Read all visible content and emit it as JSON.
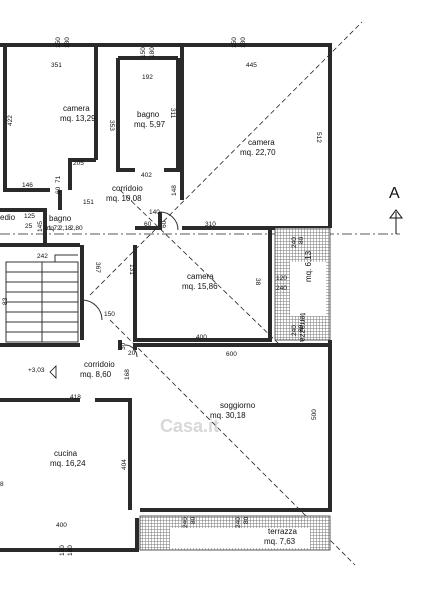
{
  "section_marker": "A",
  "rooms": {
    "camera_1": {
      "name": "camera",
      "area": "mq. 13,29"
    },
    "bagno_1": {
      "name": "bagno",
      "area": "mq. 5,97"
    },
    "camera_2": {
      "name": "camera",
      "area": "mq. 22,70"
    },
    "corridoio_1": {
      "name": "corridoio",
      "area": "mq. 10,08"
    },
    "bagno_2": {
      "name": "bagno",
      "area": "mq."
    },
    "ripostiglio": {
      "name": "edio"
    },
    "camera_3": {
      "name": "camera",
      "area": "mq. 15,86"
    },
    "terrazza_1": {
      "name": "terrazza",
      "area": "mq. 6,13"
    },
    "corridoio_2": {
      "name": "corridoio",
      "area": "mq. 8,60"
    },
    "soggiorno": {
      "name": "soggiorno",
      "area": "mq. 30,18"
    },
    "cucina": {
      "name": "cucina",
      "area": "mq. 16,24"
    },
    "terrazza_2": {
      "name": "terrazza",
      "area": "mq. 7,63"
    }
  },
  "level_mark": "+3,03",
  "watermark": "Casa.it",
  "dims": {
    "d150_180_a": "150",
    "d150_180_b": "180",
    "d150_180_c": "150",
    "d150_180_d": "180",
    "d150_180_e": "150",
    "d150_180_f": "180",
    "d351": "351",
    "d192": "192",
    "d445": "445",
    "d422": "422",
    "d353": "353",
    "d311": "311",
    "d512": "512",
    "d205": "205",
    "d402": "402",
    "d71": "71",
    "d60a": "60",
    "d146": "146",
    "d151": "151",
    "d148": "148",
    "d140": "140",
    "d310": "310",
    "d60b": "60",
    "d60c": "60",
    "d125": "125",
    "d25": "25",
    "d145": "145",
    "d272": "1,72",
    "d218": "2,18",
    "d280": "2,80",
    "d240a": "240",
    "d80a": "80",
    "d242": "242",
    "d367": "367",
    "d131": "131",
    "d38": "38",
    "d120": "120",
    "d240b": "240",
    "d150": "150",
    "d400a": "400",
    "d240c": "240",
    "d80b": "80",
    "d600": "600",
    "d30": "30",
    "d20": "20",
    "d168": "168",
    "d418": "418",
    "d500": "500",
    "d404": "404",
    "d400b": "400",
    "d240d": "240",
    "d80c": "80",
    "d240e": "240",
    "d80d": "80",
    "d150b": "150",
    "d180b": "180",
    "d83": "83",
    "d8": "8"
  }
}
